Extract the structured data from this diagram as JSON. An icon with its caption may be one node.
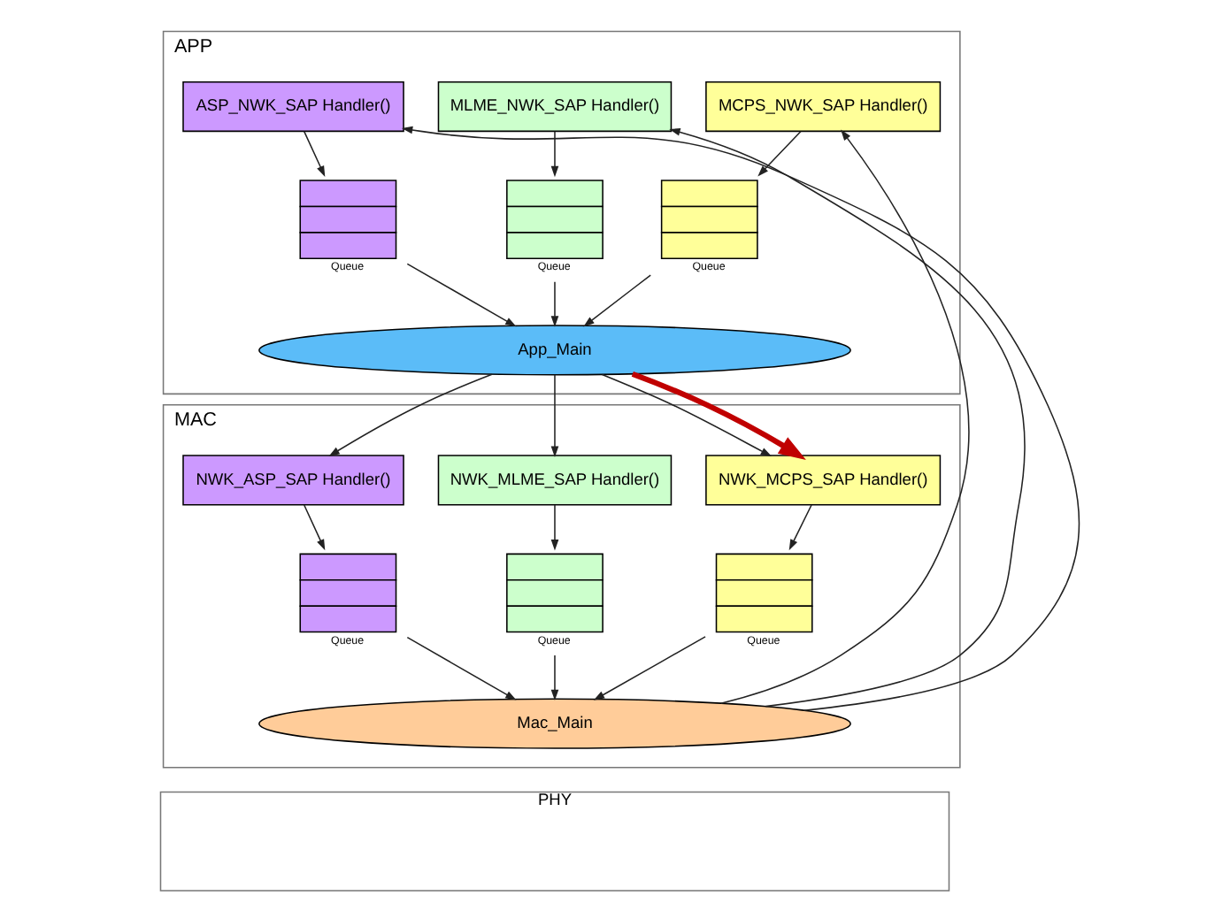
{
  "diagram": {
    "nodes": [
      {
        "text": [
          "APP"
        ]
      },
      {
        "text": [
          "App_Main"
        ],
        "in": 0
      },
      {
        "text": [],
        "shape": "box",
        "beside": [
          "Queue"
        ],
        "in": 0
      },
      {
        "text": [],
        "shape": "box",
        "beside": [
          "Queue"
        ],
        "in": 0
      },
      {
        "text": [],
        "shape": "box",
        "beside": [
          "Queue"
        ],
        "in": 0
      },
      {
        "text": [
          "MCPS_NWK_SAP Handler()"
        ],
        "in": 0
      },
      {
        "text": [
          "MLME_NWK_SAP Handler()"
        ],
        "in": 0
      },
      {
        "text": [
          "ASP_NWK_SAP Handler()"
        ],
        "in": 0
      },
      {
        "text": [
          "MAC"
        ]
      },
      {
        "text": [
          "NWK_MCPS_SAP Handler()"
        ],
        "in": 8
      },
      {
        "text": [
          "NWK_MLME_SAP Handler()"
        ],
        "in": 8
      },
      {
        "text": [
          "NWK_ASP_SAP Handler()"
        ],
        "in": 8
      },
      {
        "text": [],
        "shape": "box",
        "beside": [
          "Queue"
        ],
        "in": 8
      },
      {
        "text": [],
        "shape": "box",
        "beside": [
          "Queue"
        ],
        "in": 8
      },
      {
        "text": [],
        "shape": "box",
        "beside": [
          "Queue"
        ],
        "in": 8
      },
      {
        "text": [
          "Mac_Main"
        ],
        "in": 8
      },
      {
        "text": [
          "PHY"
        ]
      }
    ],
    "edges": [
      {
        "from": 5,
        "to": 2,
        "arrow": "to"
      },
      {
        "from": 2,
        "to": 1,
        "arrow": "to"
      },
      {
        "from": 6,
        "to": 3,
        "arrow": "to"
      },
      {
        "from": 3,
        "to": 1,
        "arrow": "to"
      },
      {
        "from": 7,
        "to": 4,
        "arrow": "to"
      },
      {
        "from": 4,
        "to": 1,
        "arrow": "to"
      },
      {
        "from": 1,
        "to": 9,
        "arrow": "to"
      },
      {
        "from": 1,
        "to": 9,
        "arrow": "to",
        "style": "thick",
        "color": "#c00000"
      },
      {
        "from": 1,
        "to": 10,
        "arrow": "to"
      },
      {
        "from": 1,
        "to": 11,
        "arrow": "to"
      },
      {
        "from": 9,
        "to": 12,
        "arrow": "to"
      },
      {
        "from": 12,
        "to": 15,
        "arrow": "to"
      },
      {
        "from": 10,
        "to": 13,
        "arrow": "to"
      },
      {
        "from": 13,
        "to": 15,
        "arrow": "to"
      },
      {
        "from": 11,
        "to": 14,
        "arrow": "to"
      },
      {
        "from": 14,
        "to": 15,
        "arrow": "to"
      },
      {
        "from": 15,
        "to": 5,
        "arrow": "to"
      },
      {
        "from": 15,
        "to": 6,
        "arrow": "to"
      },
      {
        "from": 15,
        "to": 7,
        "arrow": "to"
      }
    ]
  }
}
